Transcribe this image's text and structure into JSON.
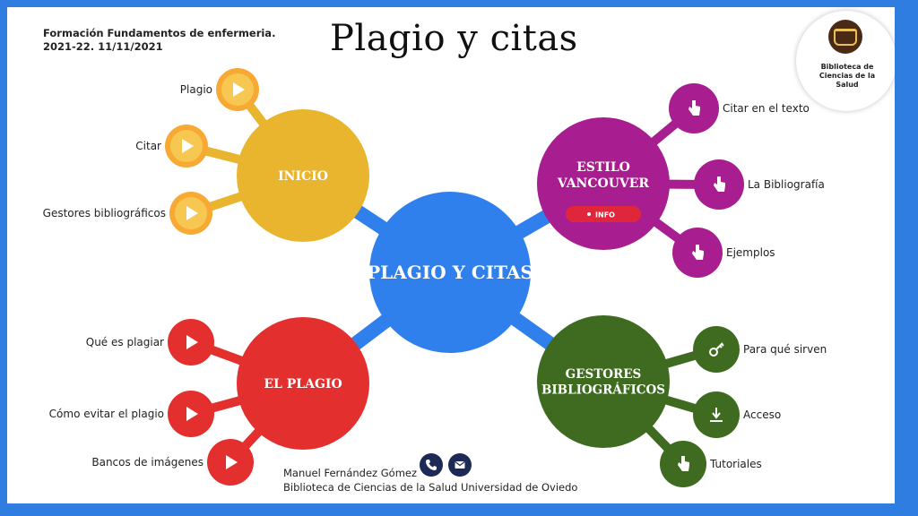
{
  "header": {
    "info": "Formación Fundamentos de enfermeria. 2021-22. 11/11/2021",
    "title": "Plagio y citas"
  },
  "logo": {
    "text": "Biblioteca de Ciencias de la Salud"
  },
  "center": {
    "label": "PLAGIO Y CITAS",
    "color": "#2f80ed"
  },
  "branches": [
    {
      "id": "inicio",
      "label_lines": [
        "INICIO"
      ],
      "color": "#e9b52f",
      "leaf_color": "#f39b25",
      "icon": "play-icon",
      "leaves": [
        "Plagio",
        "Citar",
        "Gestores bibliográficos"
      ]
    },
    {
      "id": "estilo-vancouver",
      "label_lines": [
        "ESTILO",
        "VANCOUVER"
      ],
      "color": "#a81d8f",
      "leaf_color": "#a81d8f",
      "icon": "hand-pointer-icon",
      "badge": "INFO",
      "badge_color": "#e0263a",
      "leaves": [
        "Citar en el texto",
        "La Bibliografía",
        "Ejemplos"
      ]
    },
    {
      "id": "el-plagio",
      "label_lines": [
        "EL PLAGIO"
      ],
      "color": "#e3302f",
      "leaf_color": "#e3302f",
      "icon": "play-icon",
      "leaves": [
        "Qué es plagiar",
        "Cómo evitar el plagio",
        "Bancos de imágenes"
      ]
    },
    {
      "id": "gestores",
      "label_lines": [
        "GESTORES",
        "BIBLIOGRÁFICOS"
      ],
      "color": "#3e6b1f",
      "leaf_color": "#3e6b1f",
      "icons": [
        "key-icon",
        "download-icon",
        "hand-pointer-icon"
      ],
      "leaves": [
        "Para qué sirven",
        "Acceso",
        "Tutoriales"
      ]
    }
  ],
  "footer": {
    "author": "Manuel Fernández Gómez",
    "org": "Biblioteca de Ciencias de la Salud Universidad de Oviedo"
  }
}
